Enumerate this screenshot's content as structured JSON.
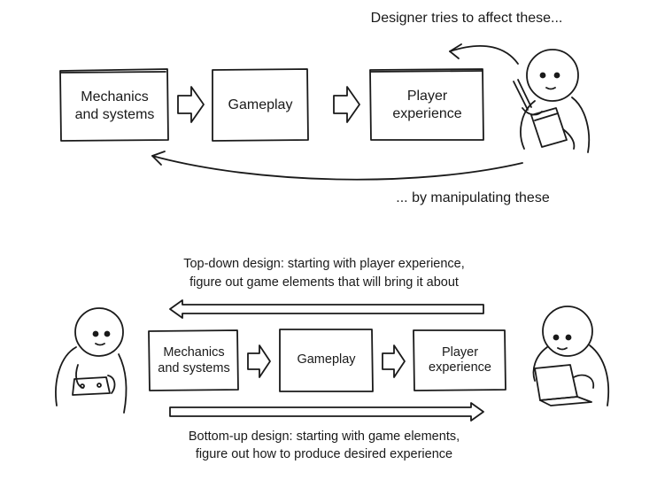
{
  "top_diagram": {
    "annotation_top": "Designer tries to affect these...",
    "annotation_bottom": "... by manipulating these",
    "boxes": [
      "Mechanics\nand systems",
      "Gameplay",
      "Player\nexperience"
    ]
  },
  "bottom_diagram": {
    "top_down_caption_line1": "Top-down design: starting with player experience,",
    "top_down_caption_line2": "figure out game elements that will bring it about",
    "boxes": [
      "Mechanics\nand systems",
      "Gameplay",
      "Player\nexperience"
    ],
    "bottom_up_caption_line1": "Bottom-up design: starting with game elements,",
    "bottom_up_caption_line2": "figure out how to produce desired experience"
  },
  "icons": [
    "designer-with-notebook-icon",
    "player-with-gamepad-icon",
    "designer-with-laptop-icon"
  ],
  "colors": {
    "ink": "#1a1a1a",
    "background": "#ffffff"
  }
}
